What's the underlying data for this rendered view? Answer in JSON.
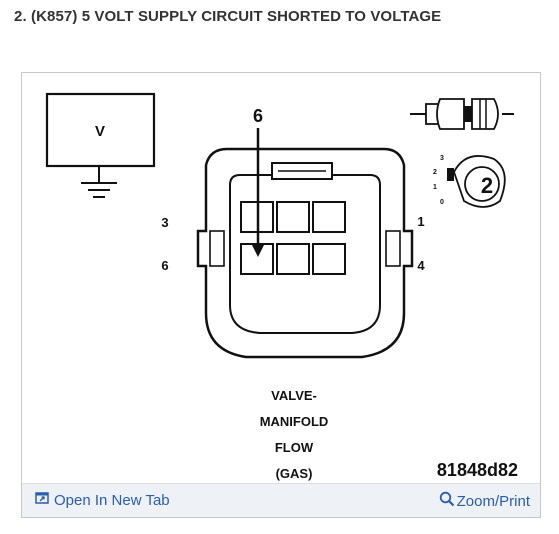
{
  "page": {
    "title": "2. (K857) 5 VOLT SUPPLY CIRCUIT SHORTED TO VOLTAGE"
  },
  "diagram": {
    "voltmeter_label": "V",
    "pointer_pin": "6",
    "pin_labels": {
      "left_top": "3",
      "left_bottom": "6",
      "right_top": "1",
      "right_bottom": "4"
    },
    "dial_number": "2",
    "dial_marks": [
      "3",
      "2",
      "1",
      "0"
    ],
    "component_name": [
      "VALVE-",
      "MANIFOLD",
      "FLOW",
      "(GAS)"
    ],
    "figure_id": "81848d82"
  },
  "footer": {
    "open_label": "Open In New Tab",
    "zoom_label": "Zoom/Print"
  },
  "colors": {
    "link": "#2a5db0",
    "ink": "#111111"
  },
  "icons": [
    "open-in-new-tab-icon",
    "zoom-icon"
  ]
}
